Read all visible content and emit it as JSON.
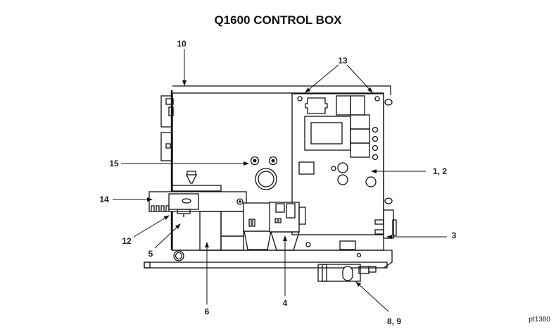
{
  "title": "Q1600 CONTROL BOX",
  "reference": "pt1380",
  "callouts": [
    {
      "id": "10",
      "label": "10"
    },
    {
      "id": "13",
      "label": "13"
    },
    {
      "id": "15",
      "label": "15"
    },
    {
      "id": "1-2",
      "label": "1, 2"
    },
    {
      "id": "14",
      "label": "14"
    },
    {
      "id": "12",
      "label": "12"
    },
    {
      "id": "5",
      "label": "5"
    },
    {
      "id": "3",
      "label": "3"
    },
    {
      "id": "6",
      "label": "6"
    },
    {
      "id": "4",
      "label": "4"
    },
    {
      "id": "8-9",
      "label": "8, 9"
    }
  ]
}
